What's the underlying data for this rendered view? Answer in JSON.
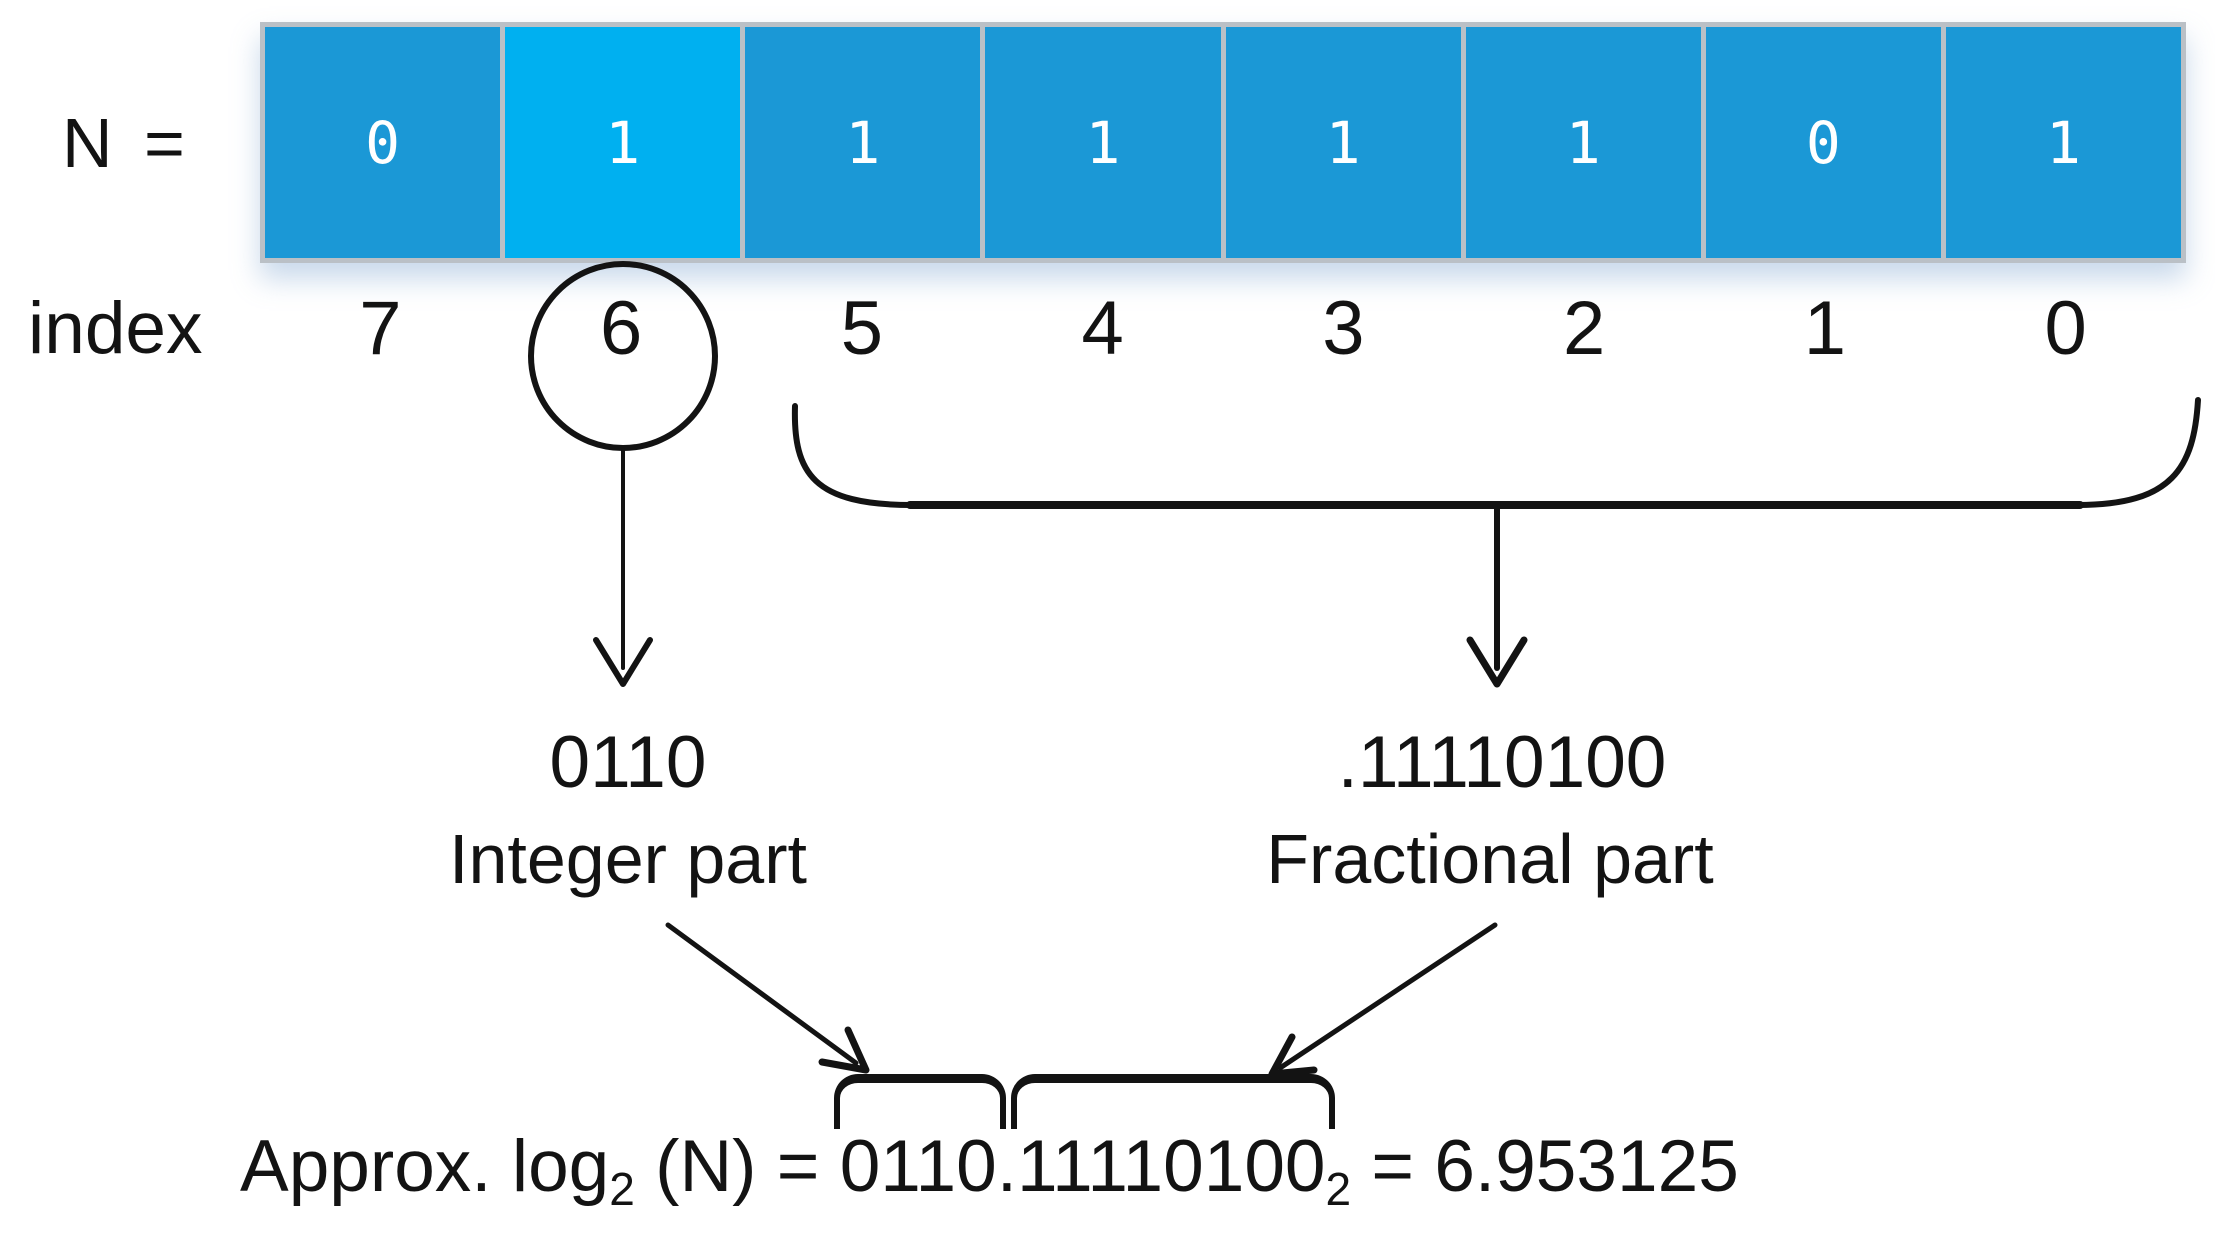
{
  "row": {
    "n_label": "N =",
    "bits": [
      "0",
      "1",
      "1",
      "1",
      "1",
      "1",
      "0",
      "1"
    ],
    "highlight_pos": 1
  },
  "index_row": {
    "label": "index",
    "values": [
      "7",
      "6",
      "5",
      "4",
      "3",
      "2",
      "1",
      "0"
    ],
    "circled_pos": 1
  },
  "integer_part": {
    "value": "0110",
    "label": "Integer part"
  },
  "fractional_part": {
    "value": ".11110100",
    "label": "Fractional part"
  },
  "formula": {
    "prefix": "Approx. log",
    "log_base": "2",
    "after_log": " (N) = ",
    "integer": "0110",
    "point": ".",
    "fraction": "11110100",
    "number_base": "2",
    "result": " = 6.953125"
  },
  "colors": {
    "cell": "#1b98d6",
    "cell_highlight": "#00b0f0",
    "cell_border": "#bac0c6",
    "bit_text": "#ffffff",
    "ink": "#131313"
  }
}
